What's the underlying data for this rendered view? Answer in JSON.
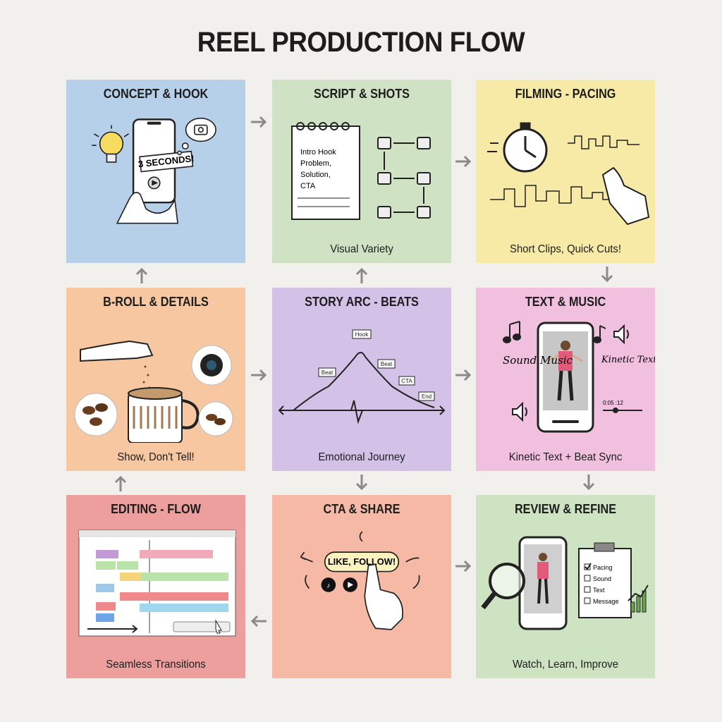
{
  "title": "REEL PRODUCTION FLOW",
  "colors": {
    "blue": "#b7d0ea",
    "green": "#cfe3c4",
    "yellow": "#f6eaa6",
    "orange": "#f6c7a0",
    "purple": "#d4c1e8",
    "pink": "#f1c0de",
    "red": "#ec9f9d",
    "salmon": "#f6b9a6",
    "mint": "#cde3c2"
  },
  "cards": {
    "concept": {
      "title": "CONCEPT & HOOK",
      "caption": "",
      "phone_text": "3 SECONDS!"
    },
    "script": {
      "title": "SCRIPT & SHOTS",
      "caption": "Visual Variety",
      "notepad": [
        "Intro Hook",
        "Problem,",
        "Solution,",
        "CTA"
      ]
    },
    "filming": {
      "title": "FILMING - PACING",
      "caption": "Short Clips, Quick Cuts!"
    },
    "broll": {
      "title": "B-ROLL & DETAILS",
      "caption": "Show, Don't Tell!"
    },
    "story": {
      "title": "STORY ARC - BEATS",
      "caption": "Emotional Journey",
      "flags": [
        "Hook",
        "Beat",
        "Beat",
        "CTA",
        "End"
      ]
    },
    "text_music": {
      "title": "TEXT & MUSIC",
      "caption": "Kinetic Text + Beat Sync",
      "left_label": "Sound Music",
      "right_label": "Kinetic Text + Beat Sync",
      "time": "0:05 :12"
    },
    "editing": {
      "title": "EDITING - FLOW",
      "caption": "Seamless Transitions"
    },
    "cta": {
      "title": "CTA & SHARE",
      "caption": "",
      "button": "LIKE, FOLLOW!"
    },
    "review": {
      "title": "REVIEW & REFINE",
      "caption": "Watch, Learn, Improve",
      "checklist": [
        "Pacing",
        "Sound",
        "Text",
        "Message"
      ]
    }
  }
}
